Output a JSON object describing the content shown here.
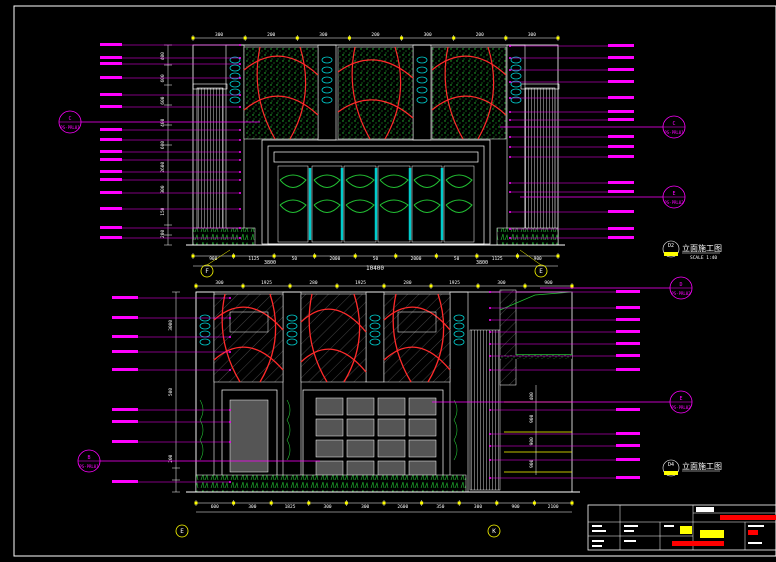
{
  "colors": {
    "bg": "#000000",
    "frame": "#ffffff",
    "accent": "#ff00ff",
    "hatch": "#22c033",
    "stone": "#ff2a2a",
    "glass": "#00cccc",
    "dim": "#ffffff",
    "highlight": "#ffff00",
    "title_red": "#ff0000"
  },
  "upper": {
    "title": "立面施工图",
    "scale": "SCALE 1:40",
    "tag": "D2",
    "top_dims": [
      "300",
      "200",
      "300",
      "200",
      "300",
      "200",
      "300"
    ],
    "bottom_dims": [
      "900",
      "1125",
      "50",
      "2000",
      "50",
      "2000",
      "50",
      "1125",
      "900"
    ],
    "overall": "10400",
    "sub_overall": [
      "3800",
      "3800"
    ],
    "left_dims": [
      "400",
      "600",
      "600",
      "400",
      "600",
      "2600",
      "300",
      "150",
      "200"
    ],
    "axis_left": "F",
    "axis_right": "E",
    "sections": [
      {
        "letter": "C",
        "ref": "PS-PRL01"
      },
      {
        "letter": "C",
        "ref": "PS-PRL01"
      },
      {
        "letter": "E",
        "ref": "PS-PRL02"
      }
    ]
  },
  "lower": {
    "title": "立面施工图",
    "tag": "D4",
    "top_dims": [
      "300",
      "1925",
      "280",
      "1925",
      "280",
      "1925",
      "300",
      "900"
    ],
    "bottom_dims": [
      "600",
      "300",
      "1825",
      "300",
      "300",
      "2600",
      "350",
      "300",
      "900",
      "2100"
    ],
    "left_dims": [
      "3000",
      "500",
      "200"
    ],
    "right_dims": [
      "400",
      "900",
      "900",
      "900"
    ],
    "axis_left": "E",
    "axis_right": "K",
    "sections": [
      {
        "letter": "D",
        "ref": "PS-PRL02"
      },
      {
        "letter": "E",
        "ref": "PS-PRL02"
      },
      {
        "letter": "B",
        "ref": "PS-PRL01"
      }
    ]
  }
}
